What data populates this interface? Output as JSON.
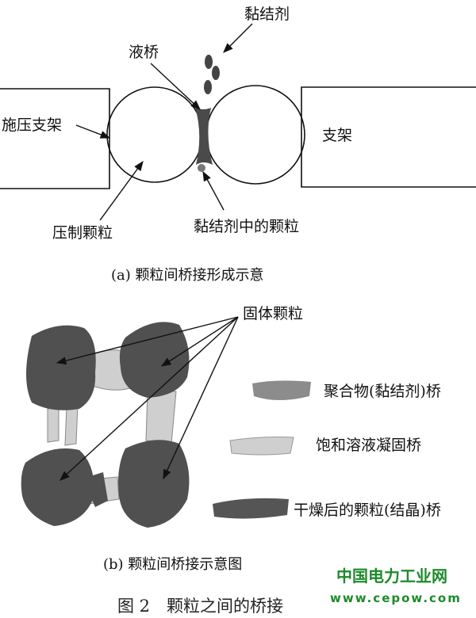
{
  "part_a": {
    "labels": {
      "binder": "黏结剂",
      "liquid_bridge": "液桥",
      "pressure_support": "施压支架",
      "support": "支架",
      "pressed_particle": "压制颗粒",
      "binder_particle": "黏结剂中的颗粒"
    },
    "caption": "(a) 颗粒间桥接形成示意"
  },
  "part_b": {
    "labels": {
      "solid_particle": "固体颗粒"
    },
    "legend": [
      {
        "label": "聚合物(黏结剂)桥",
        "color": "#8c8c8c"
      },
      {
        "label": "饱和溶液凝固桥",
        "color": "#cfcfcf"
      },
      {
        "label": "干燥后的颗粒(结晶)桥",
        "color": "#555555"
      }
    ],
    "caption": "(b) 颗粒间桥接示意图"
  },
  "figure_caption": "图 2　颗粒之间的桥接",
  "watermark": {
    "line1": "中国电力工业网",
    "line2": "www.cepow.com"
  }
}
